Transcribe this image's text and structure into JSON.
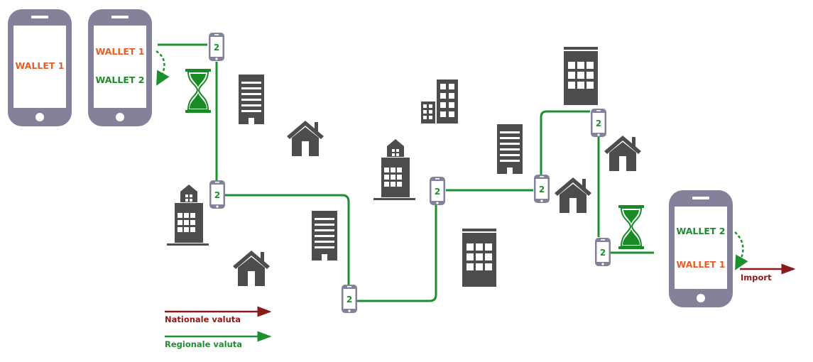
{
  "colors": {
    "phone": "#83829a",
    "building": "#4d4d4d",
    "regional": "#1e8f2e",
    "hourglass": "#1a8a27",
    "national": "#8b1a1a",
    "wallet1": "#e0602a",
    "wallet2": "#1f8a2e"
  },
  "phones": {
    "left": {
      "wallet_label": "WALLET 1"
    },
    "second": {
      "top_label": "WALLET 1",
      "bottom_label": "WALLET 2"
    },
    "right": {
      "top_label": "WALLET 2",
      "bottom_label": "WALLET 1"
    }
  },
  "relay_phones": [
    {
      "label": "2"
    },
    {
      "label": "2"
    },
    {
      "label": "2"
    },
    {
      "label": "2"
    },
    {
      "label": "2"
    },
    {
      "label": "2"
    },
    {
      "label": "2"
    }
  ],
  "import_label": "Import",
  "legend": {
    "national": "Nationale valuta",
    "regional": "Regionale valuta"
  },
  "icons": {
    "building": "building-icon",
    "house": "house-icon",
    "hourglass": "hourglass-icon",
    "phone": "smartphone-icon"
  }
}
